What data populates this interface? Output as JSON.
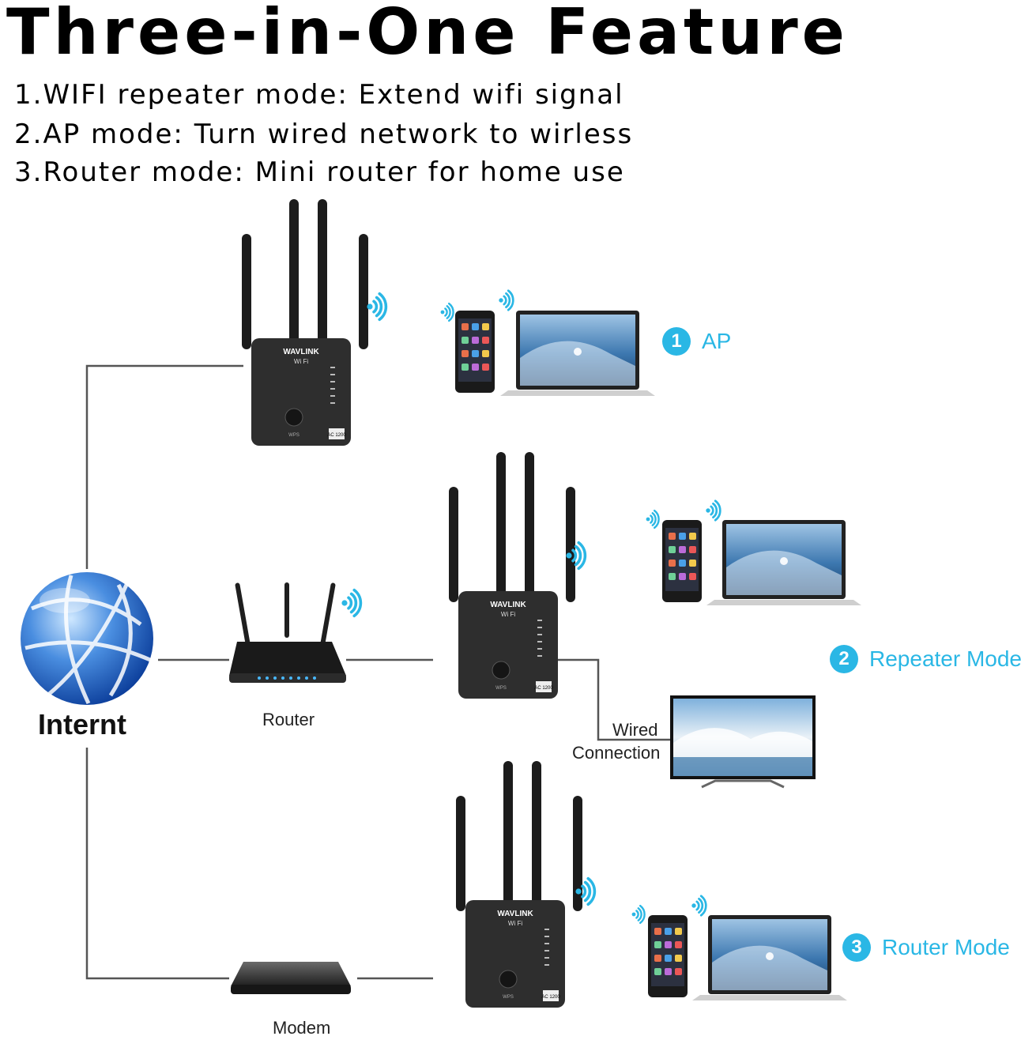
{
  "title": "Three-in-One Feature",
  "features": [
    "1.WIFI repeater mode: Extend wifi signal",
    "2.AP mode: Turn wired network to wirless",
    "3.Router mode: Mini router for home use"
  ],
  "labels": {
    "internet": "Internt",
    "router": "Router",
    "modem": "Modem",
    "wired": "Wired",
    "connection": "Connection"
  },
  "modes": [
    {
      "number": "1",
      "label": "AP"
    },
    {
      "number": "2",
      "label": "Repeater Mode"
    },
    {
      "number": "3",
      "label": "Router Mode"
    }
  ],
  "device": {
    "brand": "WAVLINK",
    "wifi": "Wi Fi",
    "model": "AC 1200",
    "wps": "WPS"
  },
  "colors": {
    "accent": "#2ab7e5",
    "line": "#555555",
    "device": "#2e2e2e"
  }
}
